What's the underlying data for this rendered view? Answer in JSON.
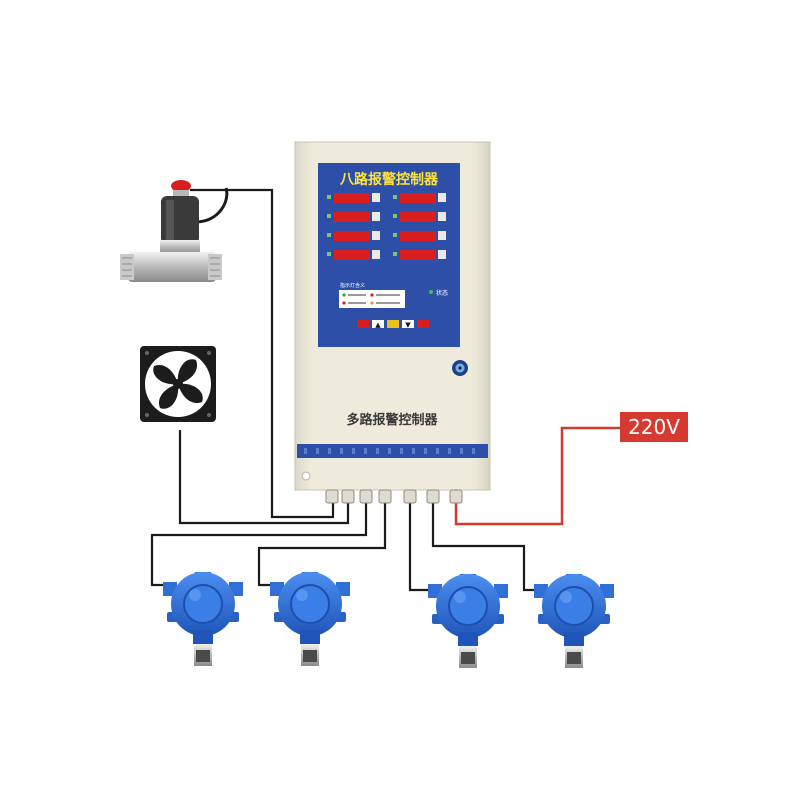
{
  "controller": {
    "panel_title": "八路报警控制器",
    "bottom_label": "多路报警控制器",
    "channel_count": 8,
    "status_label": "状态",
    "legend_title": "指示灯含义"
  },
  "power": {
    "label": "220V"
  },
  "devices": {
    "detector_count": 4
  },
  "colors": {
    "panel_blue": "#2d4fa8",
    "housing": "#ece8d8",
    "detector_blue": "#2f6fd6",
    "power_wire": "#d43a2f",
    "signal_wire": "#1a1a1a",
    "display_red": "#d81e1e",
    "title_yellow": "#ffe13a"
  }
}
